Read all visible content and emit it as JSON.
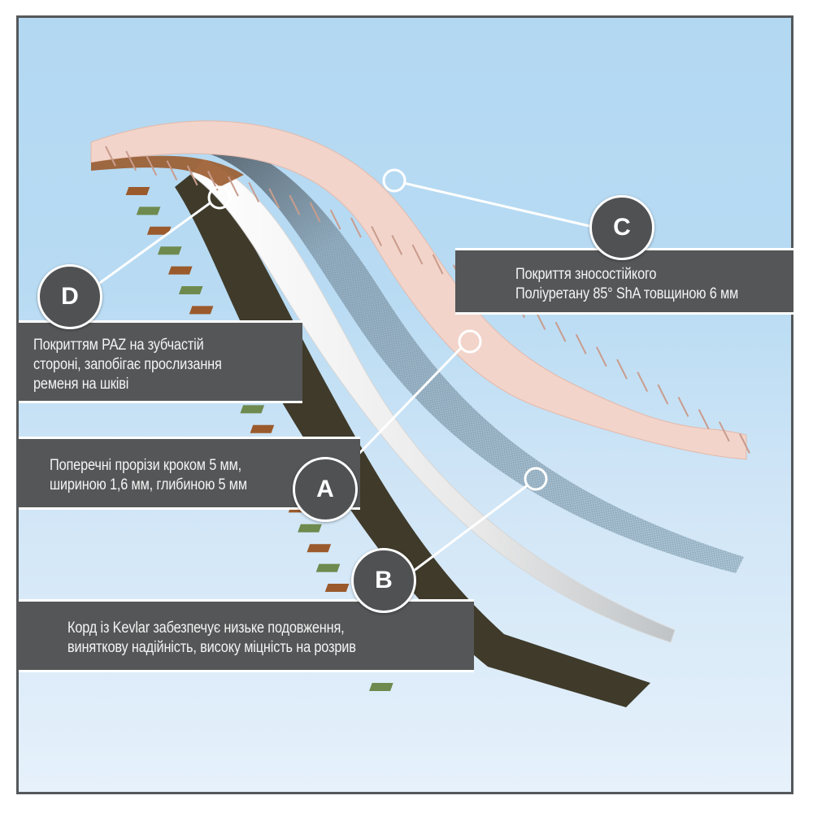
{
  "diagram": {
    "subject": "Toothed belt with layered structure",
    "colors": {
      "background_sky": "#b3d8f2",
      "label_band": "#555657",
      "badge_fill": "#505152",
      "badge_stroke": "#ffffff",
      "belt_top_layer": "#f3d6cc",
      "mesh_layer": "#9fb8c8",
      "cord_layer": "#e9e9e9",
      "teeth_dark": "#3f3a2a",
      "teeth_green": "#6e8a4e",
      "teeth_copper": "#9a5a2c",
      "frame_border": "#55585a"
    },
    "callouts": [
      {
        "id": "C",
        "badge": "C",
        "lines": [
          "Покриття зносостійкого",
          "Поліуретану 85° ShA товщиною 6 мм"
        ]
      },
      {
        "id": "D",
        "badge": "D",
        "lines": [
          "Покриттям PAZ на зубчастій",
          "стороні, запобігає прослизання",
          "ременя на шківі"
        ]
      },
      {
        "id": "A",
        "badge": "A",
        "lines": [
          "Поперечні прорізи кроком 5 мм,",
          "шириною 1,6 мм, глибиною 5 мм"
        ]
      },
      {
        "id": "B",
        "badge": "B",
        "lines": [
          "Корд із Kevlar забезпечує низьке подовження,",
          "виняткову надійність, високу міцність на розрив"
        ]
      }
    ]
  }
}
